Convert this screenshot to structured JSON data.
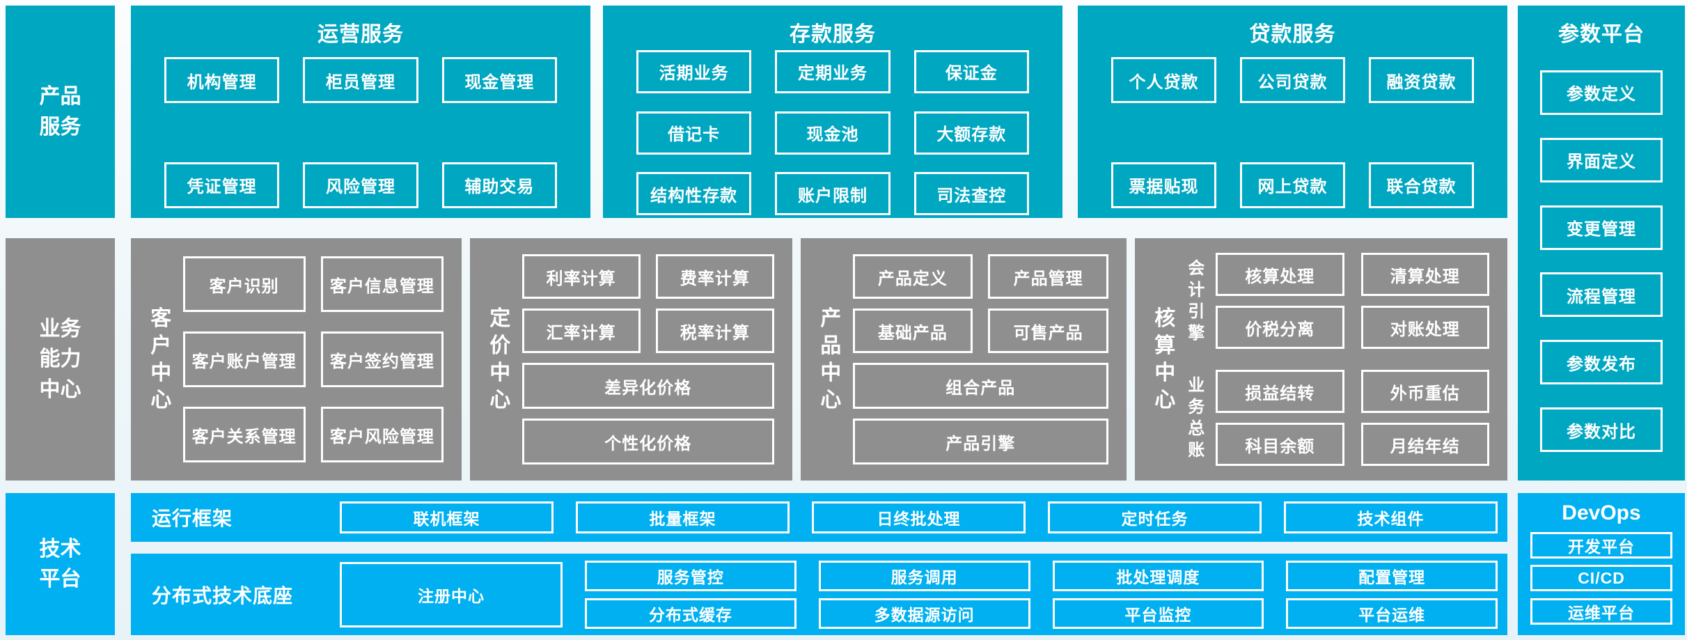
{
  "colors": {
    "teal": "#00a7c1",
    "blue": "#00b0f0",
    "gray": "#8f8f8f",
    "box_border": "#ffffff"
  },
  "top": {
    "sidebar": "产品服务",
    "panels": [
      {
        "title": "运营服务",
        "boxes": [
          "机构管理",
          "柜员管理",
          "现金管理",
          "凭证管理",
          "风险管理",
          "辅助交易"
        ]
      },
      {
        "title": "存款服务",
        "boxes": [
          "活期业务",
          "定期业务",
          "保证金",
          "借记卡",
          "现金池",
          "大额存款",
          "结构性存款",
          "账户限制",
          "司法查控"
        ]
      },
      {
        "title": "贷款服务",
        "boxes": [
          "个人贷款",
          "公司贷款",
          "融资贷款",
          "票据贴现",
          "网上贷款",
          "联合贷款"
        ]
      }
    ]
  },
  "param_platform": {
    "title": "参数平台",
    "boxes": [
      "参数定义",
      "界面定义",
      "变更管理",
      "流程管理",
      "参数发布",
      "参数对比"
    ]
  },
  "middle": {
    "sidebar": "业务能力中心",
    "customer_center": {
      "label": "客户中心",
      "boxes": [
        "客户识别",
        "客户信息管理",
        "客户账户管理",
        "客户签约管理",
        "客户关系管理",
        "客户风险管理"
      ]
    },
    "pricing_center": {
      "label": "定价中心",
      "small_boxes": [
        "利率计算",
        "费率计算",
        "汇率计算",
        "税率计算"
      ],
      "wide_boxes": [
        "差异化价格",
        "个性化价格"
      ]
    },
    "product_center": {
      "label": "产品中心",
      "small_boxes": [
        "产品定义",
        "产品管理",
        "基础产品",
        "可售产品"
      ],
      "wide_boxes": [
        "组合产品",
        "产品引擎"
      ]
    },
    "accounting_center": {
      "label": "核算中心",
      "groups": [
        {
          "label": "会计引擎",
          "boxes": [
            "核算处理",
            "清算处理",
            "价税分离",
            "对账处理"
          ]
        },
        {
          "label": "业务总账",
          "boxes": [
            "损益结转",
            "外币重估",
            "科目余额",
            "月结年结"
          ]
        }
      ]
    }
  },
  "bottom": {
    "sidebar": "技术平台",
    "runtime_row": {
      "label": "运行框架",
      "boxes": [
        "联机框架",
        "批量框架",
        "日终批处理",
        "定时任务",
        "技术组件"
      ]
    },
    "distributed_row": {
      "label": "分布式技术底座",
      "tall_box": "注册中心",
      "grid": [
        [
          "服务管控",
          "分布式缓存"
        ],
        [
          "服务调用",
          "多数据源访问"
        ],
        [
          "批处理调度",
          "平台监控"
        ],
        [
          "配置管理",
          "平台运维"
        ]
      ]
    },
    "devops": {
      "title": "DevOps",
      "boxes": [
        "开发平台",
        "CI/CD",
        "运维平台"
      ]
    }
  }
}
